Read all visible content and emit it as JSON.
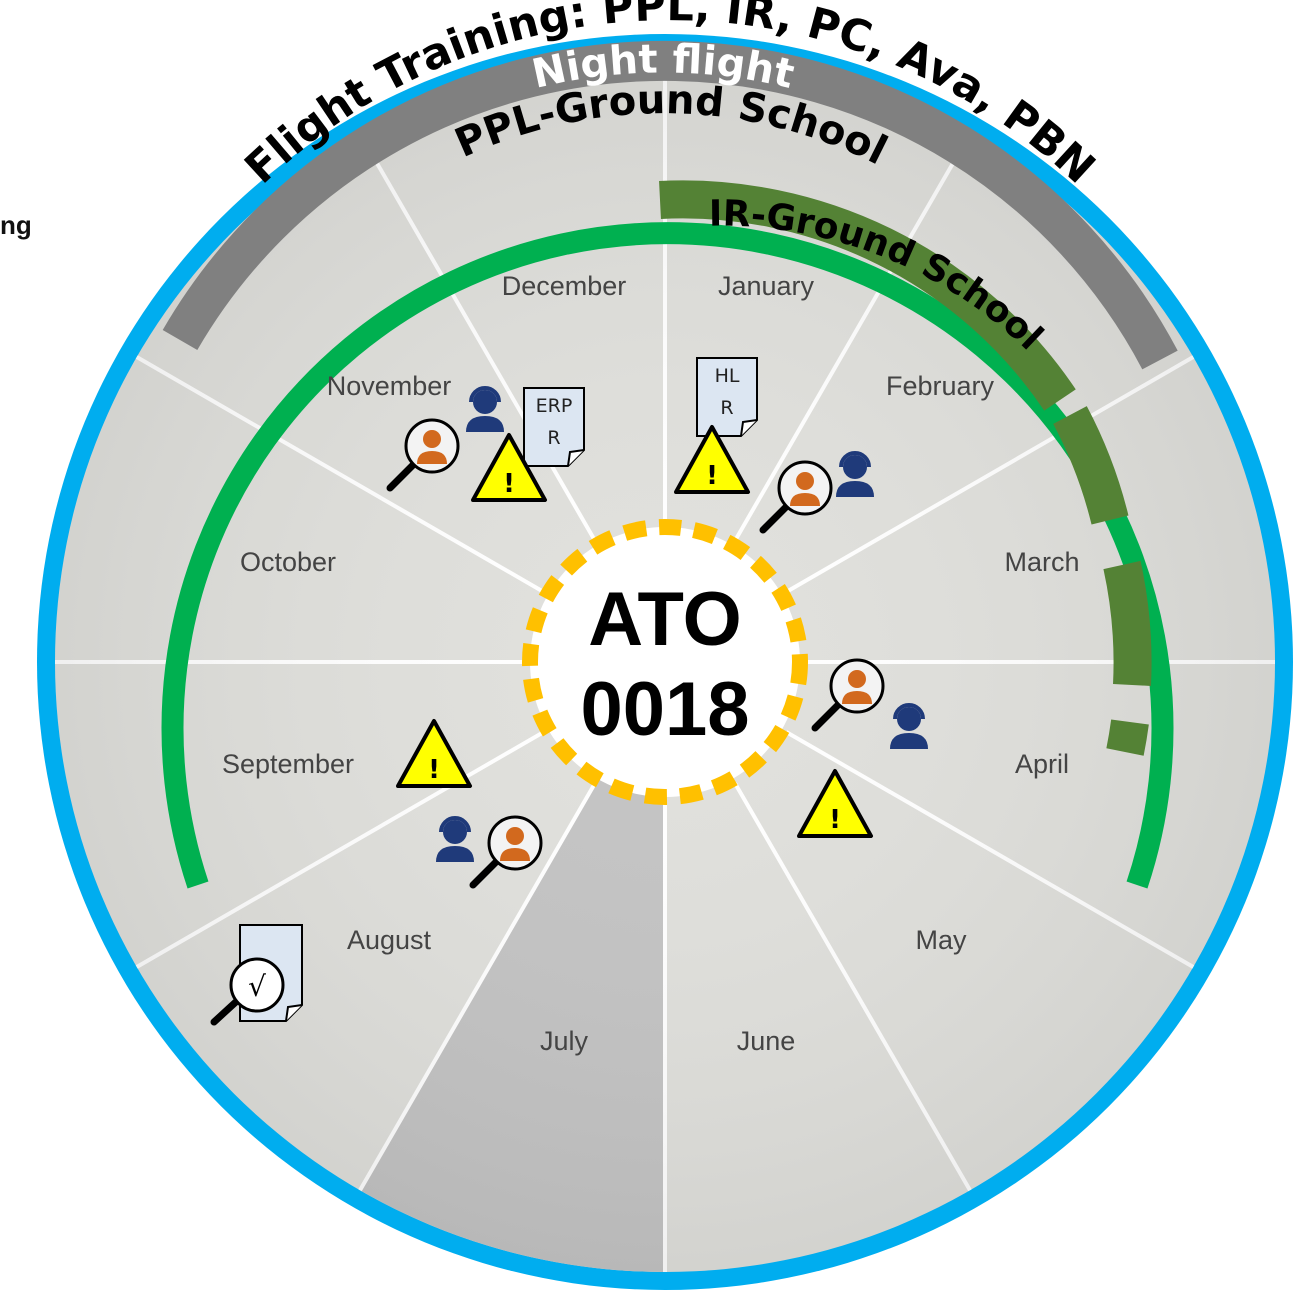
{
  "side_label": "ng",
  "center": {
    "line1": "ATO",
    "line2": "0018"
  },
  "rings": {
    "outer": "Flight Training: PPL, IR, PC, Ava, PBN",
    "night": "Night flight",
    "ppl_ground": "PPL-Ground School",
    "ir_ground_a": "IR",
    "ir_ground_b": "-Ground School"
  },
  "months": [
    "January",
    "February",
    "March",
    "April",
    "May",
    "June",
    "July",
    "August",
    "September",
    "October",
    "November",
    "December"
  ],
  "docs": {
    "erp_1": "ERP",
    "erp_2": "R",
    "hlr_1": "HL",
    "hlr_2": "R",
    "check": "√"
  },
  "warning_mark": "!",
  "colors": {
    "outer_ring": "#00adef",
    "night_ring": "#808080",
    "ppl_ring": "#00b050",
    "ir_ring": "#548235",
    "center_dash": "#ffc000",
    "sector_fill": "#e0e0dc",
    "july_fill": "#c4c4c4",
    "warning_fill": "#ffff00",
    "auditor_color": "#d2691e",
    "agent_color": "#1f3a7a",
    "doc_fill": "#dce6f2"
  },
  "icons": [
    "warning-icon",
    "auditor-magnifier-icon",
    "headset-agent-icon",
    "document-icon",
    "checklist-magnifier-icon"
  ]
}
